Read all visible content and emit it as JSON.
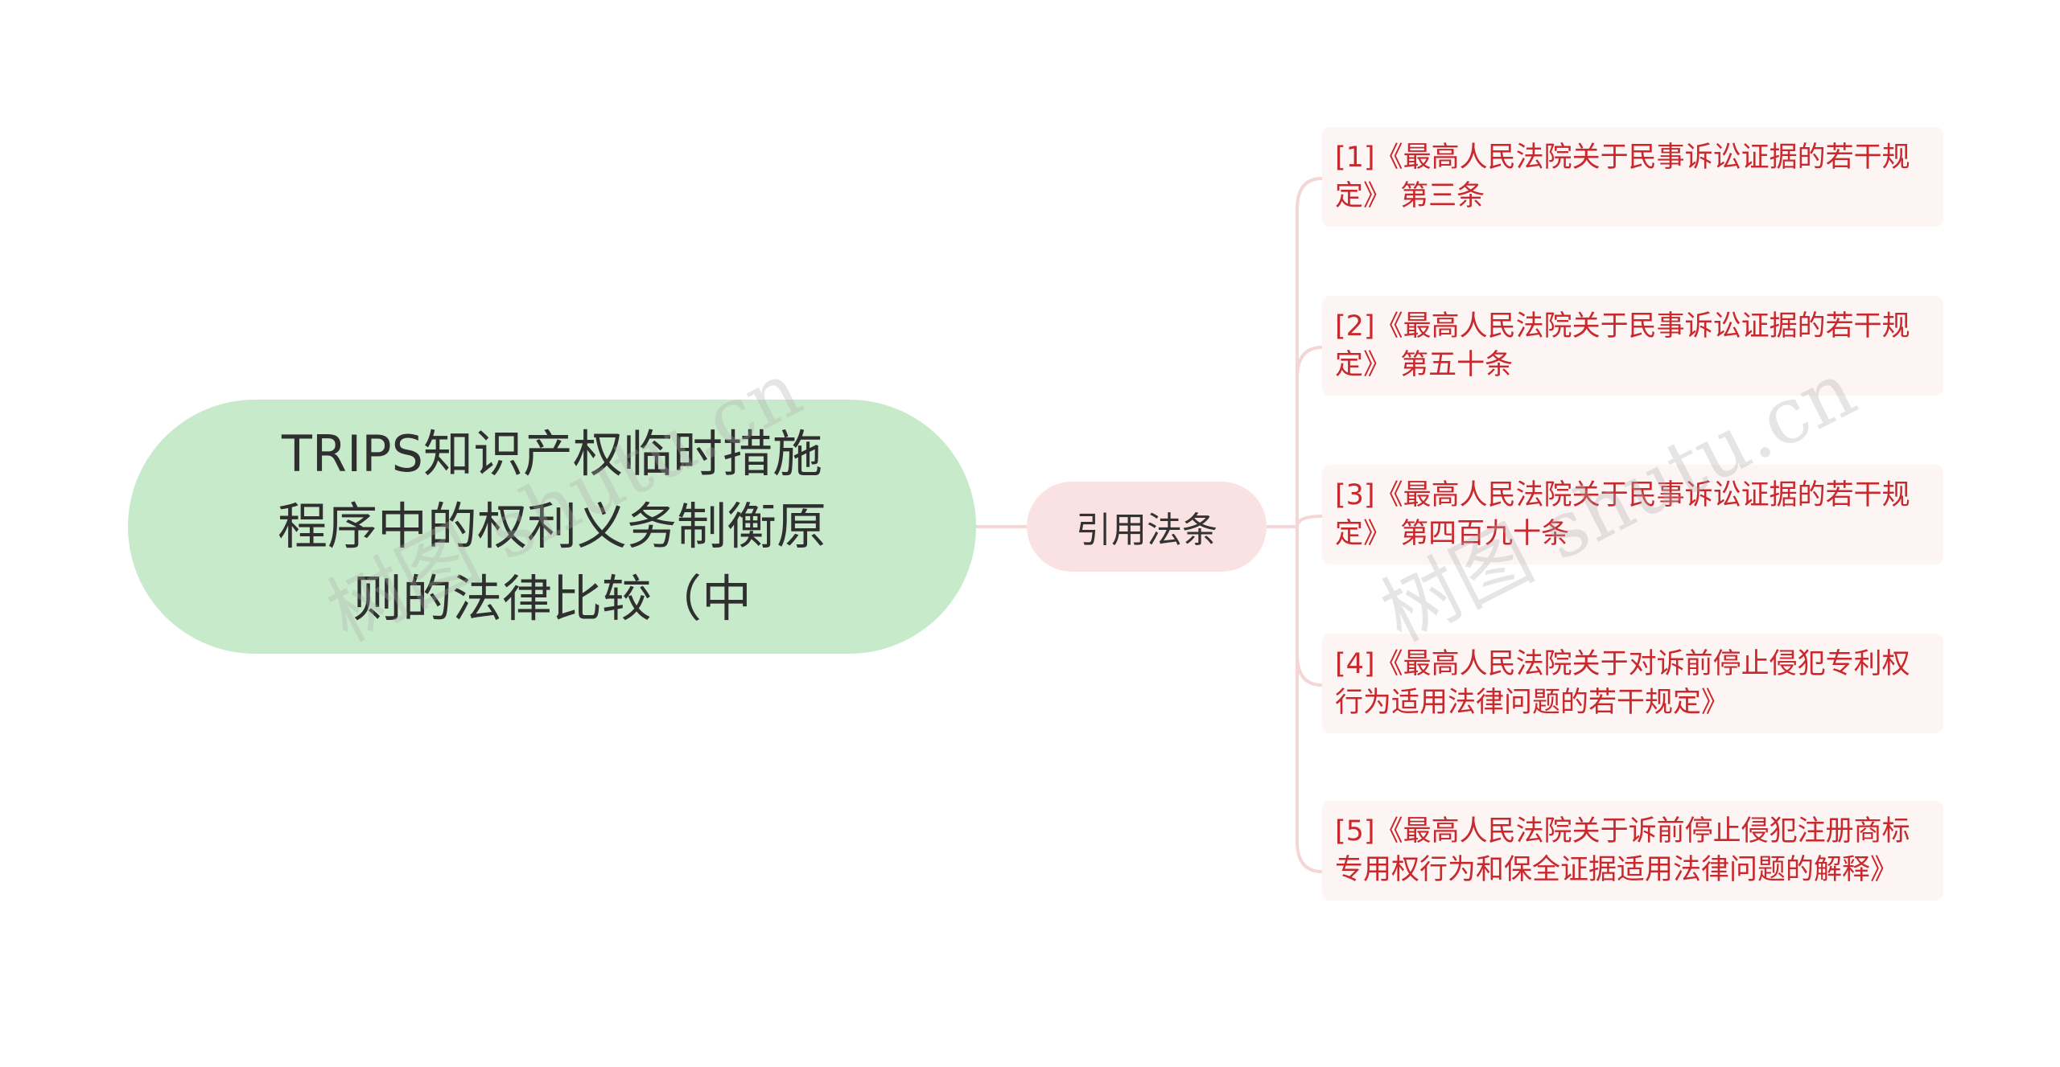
{
  "mindmap": {
    "root": {
      "label": "TRIPS知识产权临时措施程序中的权利义务制衡原则的法律比较（中",
      "color": "#c7ebca"
    },
    "branch": {
      "label": "引用法条",
      "color": "#fbe2e2"
    },
    "leaves": [
      {
        "label": "[1]《最高人民法院关于民事诉讼证据的若干规定》 第三条"
      },
      {
        "label": "[2]《最高人民法院关于民事诉讼证据的若干规定》 第五十条"
      },
      {
        "label": "[3]《最高人民法院关于民事诉讼证据的若干规定》 第四百九十条"
      },
      {
        "label": "[4]《最高人民法院关于对诉前停止侵犯专利权行为适用法律问题的若干规定》"
      },
      {
        "label": "[5]《最高人民法院关于诉前停止侵犯注册商标专用权行为和保全证据适用法律问题的解释》"
      }
    ],
    "leaf_text_color": "#c9282d",
    "connector_color": "#f5d6d6"
  },
  "watermark": {
    "text": "树图 shutu.cn"
  }
}
